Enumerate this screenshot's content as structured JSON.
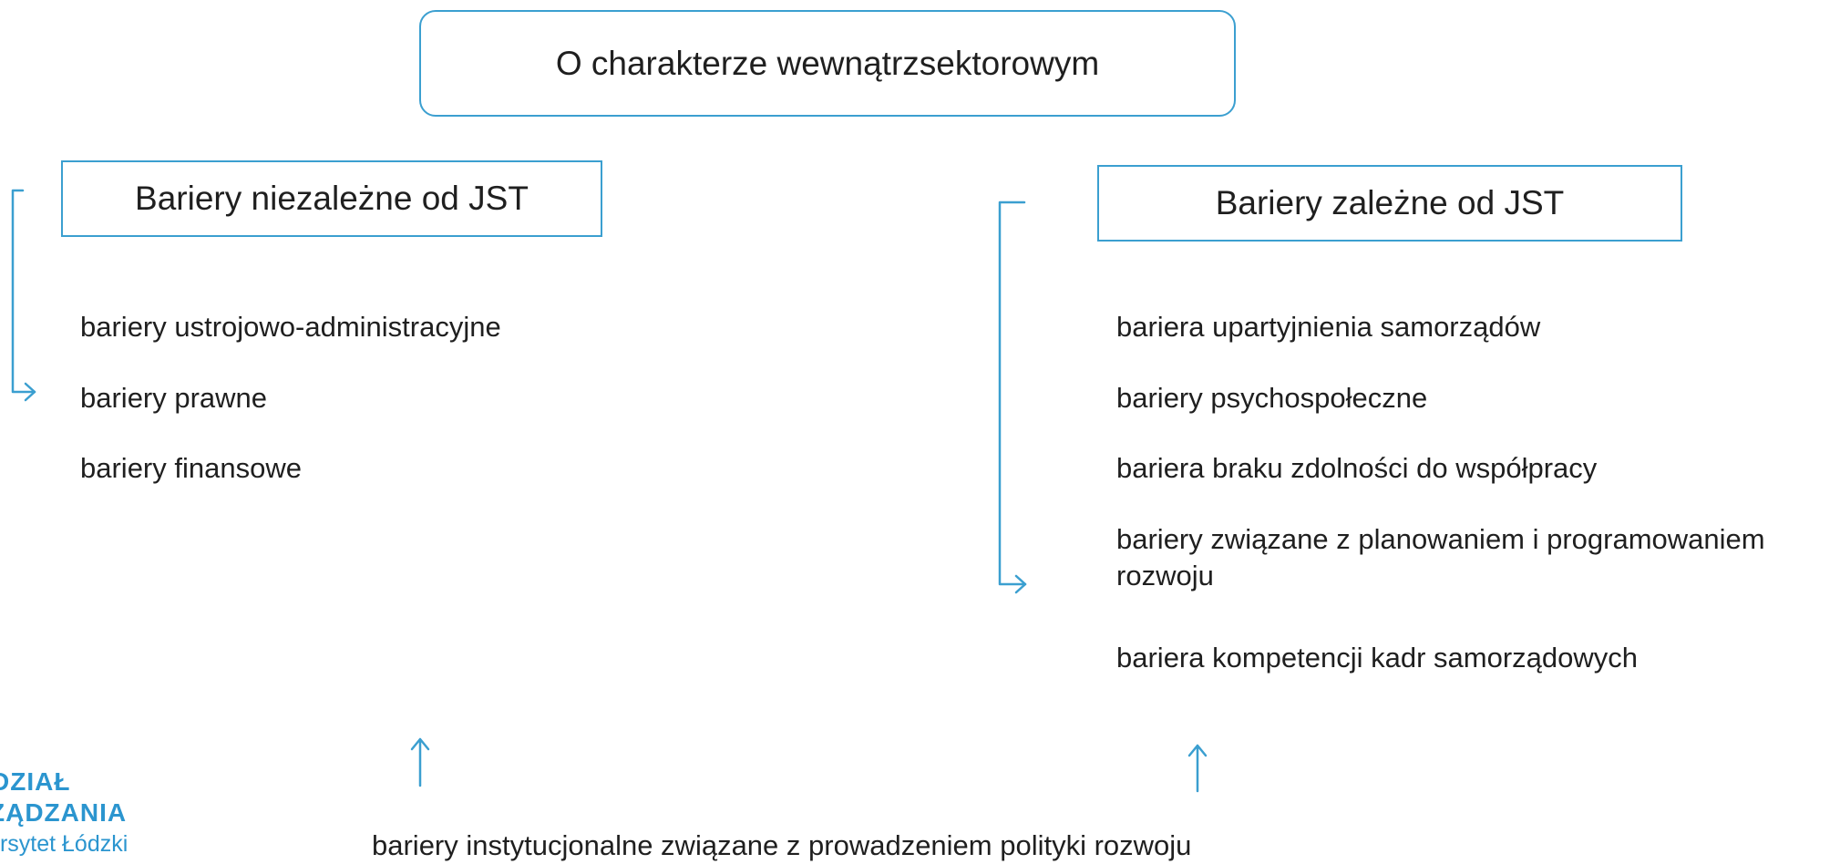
{
  "top_box": {
    "label": "O charakterze wewnątrzsektorowym"
  },
  "left": {
    "header": "Bariery niezależne od JST",
    "items": [
      "bariery ustrojowo-administracyjne",
      "bariery prawne",
      "bariery finansowe"
    ]
  },
  "right": {
    "header": "Bariery zależne od JST",
    "items": [
      "bariera upartyjnienia samorządów",
      "bariery psychospołeczne",
      "bariera braku zdolności do współpracy",
      "bariery związane z planowaniem i programowaniem rozwoju",
      "bariera kompetencji kadr samorządowych"
    ]
  },
  "bottom": {
    "label": "bariery instytucjonalne związane z prowadzeniem polityki rozwoju"
  },
  "logo": {
    "line1": "DZIAŁ",
    "line2": "ZĄDZANIA",
    "line3": "wersytet Łódzki"
  },
  "colors": {
    "accent": "#3b9fd0",
    "text": "#1f1f1f"
  }
}
